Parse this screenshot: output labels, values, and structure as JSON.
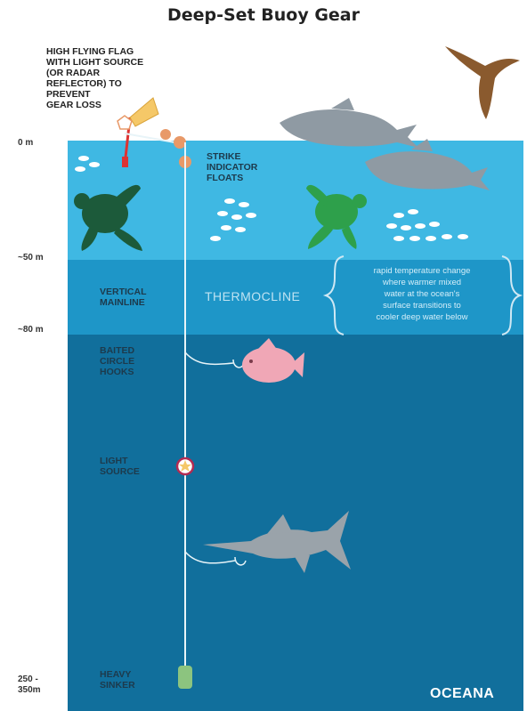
{
  "title": "Deep-Set Buoy Gear",
  "depth_markers": [
    "0 m",
    "~50 m",
    "~80 m",
    "250 -\n350m"
  ],
  "labels": {
    "flag": "HIGH FLYING FLAG\nWITH LIGHT SOURCE\n(OR RADAR\nREFLECTOR) TO\nPREVENT\nGEAR LOSS",
    "strike_floats": "STRIKE\nINDICATOR\nFLOATS",
    "vertical_mainline": "VERTICAL\nMAINLINE",
    "thermocline": "THERMOCLINE",
    "thermocline_note": "rapid temperature change\nwhere warmer mixed\nwater at the ocean's\nsurface transitions to\ncooler deep water below",
    "baited_hooks": "BAITED\nCIRCLE\nHOOKS",
    "light_source": "LIGHT\nSOURCE",
    "heavy_sinker": "HEAVY\nSINKER"
  },
  "logo": "OCEANA",
  "colors": {
    "surface_water": "#3fb8e3",
    "thermocline_water": "#1e96c8",
    "deep_water": "#116f9c",
    "line": "#e8f4f8",
    "float": "#e89968",
    "turtle_dark": "#1c5a3a",
    "turtle_light": "#2ea04b",
    "dolphin": "#8f9aa3",
    "swordfish": "#9aa3aa",
    "opah": "#f0a7b6",
    "bird": "#8a5a2e",
    "sinker": "#8cc47f",
    "flag": "#f5c868"
  },
  "icons": [
    "bird-icon",
    "dolphin-icon",
    "turtle-icon",
    "fish-school-icon",
    "opah-fish-icon",
    "swordfish-icon",
    "flag-icon",
    "float-icon",
    "light-icon",
    "hook-icon",
    "sinker-icon"
  ]
}
